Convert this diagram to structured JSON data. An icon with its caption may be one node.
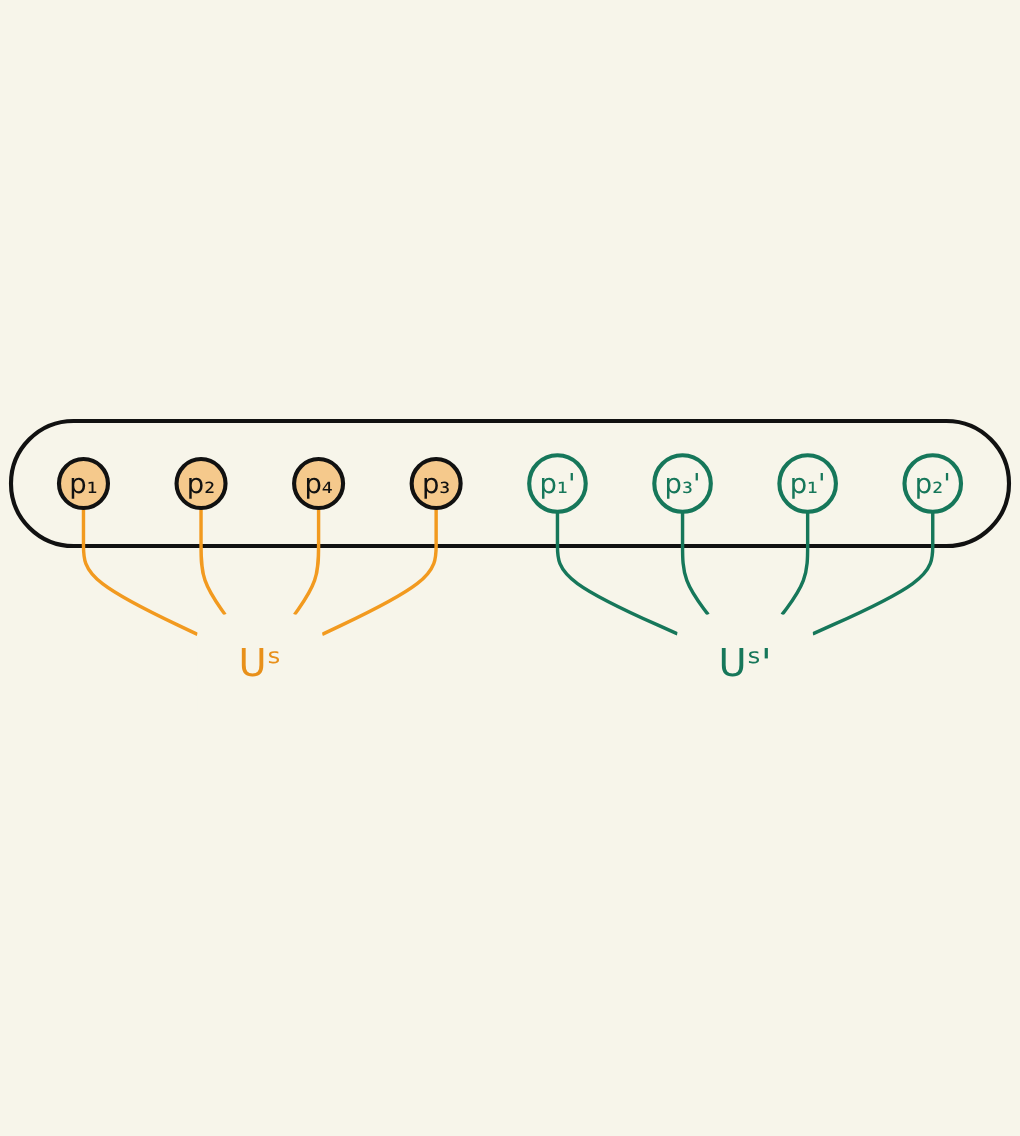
{
  "diagram": {
    "nodes": [
      {
        "text": [],
        "shape": "cloud"
      },
      {
        "text": [
          "p₂"
        ],
        "in": 0
      },
      {
        "text": [
          "p₄"
        ],
        "in": 0
      },
      {
        "text": [
          "p₁"
        ],
        "in": 0
      },
      {
        "text": [
          "p₃'"
        ],
        "in": 0
      },
      {
        "text": [
          "p₁'"
        ],
        "in": 0
      },
      {
        "text": [
          "p₃"
        ],
        "in": 0
      },
      {
        "text": [
          "p₂'"
        ],
        "in": 0
      },
      {
        "text": [
          "p₁'"
        ],
        "in": 0
      },
      {
        "text": [
          "Uˢ"
        ]
      },
      {
        "text": [
          "Uˢ'"
        ]
      }
    ],
    "edges": [
      {
        "from": 9,
        "to": 3,
        "arrow": "none",
        "color": "#f29a1f"
      },
      {
        "from": 9,
        "to": 1,
        "arrow": "none",
        "color": "#f29a1f"
      },
      {
        "from": 9,
        "to": 2,
        "arrow": "none",
        "color": "#f29a1f"
      },
      {
        "from": 9,
        "to": 6,
        "arrow": "none",
        "color": "#f29a1f"
      },
      {
        "from": 10,
        "to": 5,
        "arrow": "none",
        "color": "#16775a"
      },
      {
        "from": 10,
        "to": 4,
        "arrow": "none",
        "color": "#16775a"
      },
      {
        "from": 10,
        "to": 8,
        "arrow": "none",
        "color": "#16775a"
      },
      {
        "from": 10,
        "to": 7,
        "arrow": "none",
        "color": "#16775a"
      }
    ]
  }
}
